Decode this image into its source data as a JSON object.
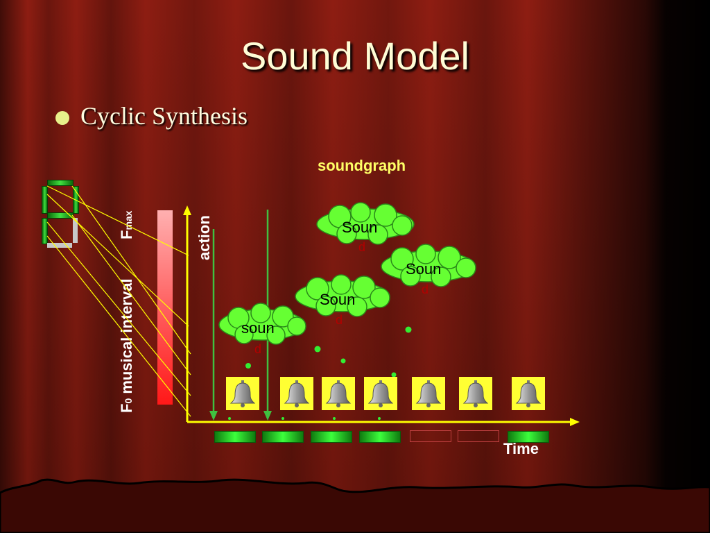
{
  "slide": {
    "title": "Sound Model",
    "bullet": "Cyclic Synthesis"
  },
  "diagram": {
    "top_label": "soundgraph",
    "x_axis_label": "Time",
    "y_axis_label": "action",
    "interval_label_f0": "F",
    "interval_label_f0_sub": "0",
    "interval_label_text": " musical interval",
    "interval_label_fmax": "F",
    "interval_label_fmax_sub": "max",
    "clouds": [
      {
        "text": "Soun",
        "tail": "d"
      },
      {
        "text": "Soun",
        "tail": "d"
      },
      {
        "text": "Soun",
        "tail": "d"
      },
      {
        "text": "soun",
        "tail": "d"
      }
    ],
    "bells_count": 7,
    "time_segments": [
      "filled",
      "filled",
      "filled",
      "filled",
      "empty",
      "empty",
      "filled"
    ],
    "icons": {
      "bell": "bell-icon",
      "cloud": "cloud-shape",
      "digit": "seven-segment-display-icon"
    },
    "colors": {
      "axis": "#ffff00",
      "arrow": "#40c040",
      "cloud": "#66ff33",
      "bell_bg": "#ffff33",
      "title": "#fffdd6"
    }
  }
}
